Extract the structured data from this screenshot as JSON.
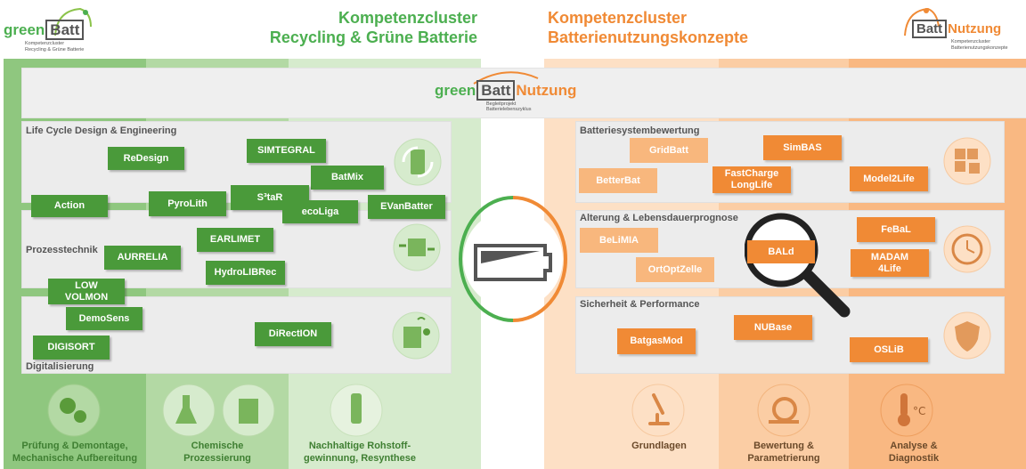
{
  "header": {
    "left_logo": {
      "brand_green": "green",
      "brand_batt": "Batt",
      "sub1": "Kompetenzcluster",
      "sub2": "Recycling & Grüne Batterie"
    },
    "left_title_1": "Kompetenzcluster",
    "left_title_2": "Recycling & Grüne Batterie",
    "right_title_1": "Kompetenzcluster",
    "right_title_2": "Batterienutzungskonzepte",
    "right_logo": {
      "brand_batt": "Batt",
      "brand_nutzung": "Nutzung",
      "sub1": "Kompetenzcluster",
      "sub2": "Batterienutzungskonzepte"
    }
  },
  "center_logo": {
    "green": "green",
    "batt": "Batt",
    "nutzung": "Nutzung",
    "sub1": "Begleitprojekt",
    "sub2": "Batterielebenszyklus"
  },
  "left_panels": {
    "p1": "Life Cycle Design & Engineering",
    "p2": "Prozesstechnik",
    "p3": "Digitalisierung"
  },
  "right_panels": {
    "p1": "Batteriesystembewertung",
    "p2": "Alterung & Lebensdauerprognose",
    "p3": "Sicherheit & Performance"
  },
  "green_projects": {
    "redesign": "ReDesign",
    "simtegral": "SIMTEGRAL",
    "batmix": "BatMix",
    "action": "Action",
    "pyrolith": "PyroLith",
    "star": "S³taR",
    "ecoliga": "ecoLiga",
    "evanbatter": "EVanBatter",
    "earlimet": "EARLIMET",
    "aurrelia": "AURRELIA",
    "hydrolibrec": "HydroLIBRec",
    "low": "LOW",
    "volmon": "VOLMON",
    "demosens": "DemoSens",
    "direction": "DiRectION",
    "digisort": "DIGISORT"
  },
  "orange_projects": {
    "gridbatt": "GridBatt",
    "simbas": "SimBAS",
    "betterbat": "BetterBat",
    "fastcharge1": "FastCharge",
    "fastcharge2": "LongLife",
    "model2life": "Model2Life",
    "belimia": "BeLiMIA",
    "orteoptzelle": "OrtOptZelle",
    "bald": "BALd",
    "febal": "FeBaL",
    "madam1": "MADAM",
    "madam2": "4Life",
    "nubase": "NUBase",
    "batgasmod": "BatgasMod",
    "oslib": "OSLiB"
  },
  "bottom_left": {
    "c1_line1": "Prüfung & Demontage,",
    "c1_line2": "Mechanische Aufbereitung",
    "c2_line1": "Chemische",
    "c2_line2": "Prozessierung",
    "c3_line1": "Nachhaltige Rohstoff-",
    "c3_line2": "gewinnung, Resynthese"
  },
  "bottom_right": {
    "c1": "Grundlagen",
    "c2_line1": "Bewertung &",
    "c2_line2": "Parametrierung",
    "c3_line1": "Analyse &",
    "c3_line2": "Diagnostik"
  },
  "colors": {
    "green_dark": "#4a9a3a",
    "green_text": "#4caf50",
    "orange": "#f08a35",
    "orange_light": "#f8b77d",
    "panel": "#ececec"
  },
  "icons": [
    "recycling-battery-icon",
    "process-cube-icon",
    "digital-machine-icon",
    "gears-icon",
    "flask-icon",
    "reactor-icon",
    "puzzle-icon",
    "clock-icon",
    "shield-icon",
    "microscope-icon",
    "snail-icon",
    "thermometer-icon",
    "magnifier-icon",
    "battery-icon"
  ]
}
